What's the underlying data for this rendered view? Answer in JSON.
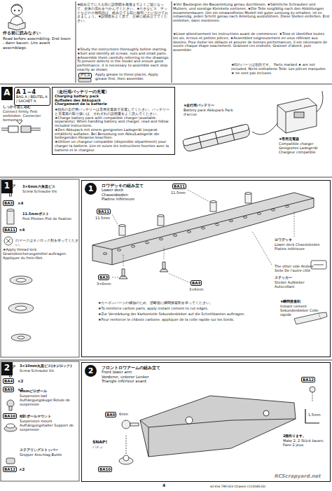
{
  "diagram": {
    "nodes": [
      {
        "text": [
          "A"
        ]
      },
      {
        "text": [
          "A 1～4",
          "BAG A / BEUTEL A / SACHET A"
        ]
      },
      {
        "text": [
          "〈走行用バッテリーの充電〉",
          "Charging battery pack",
          "Aufladen des Akkupack",
          "Chargement de la batterie",
          "★別売の走行用バッテリーは専用充電器で充電してください。バッテリーと充電器の取り扱いは、それぞれの説明書をよく読んでください。",
          "★Charge battery pack with compatible charger (available separately). When handling battery and charger, read and follow included instructions.",
          "★Den Akkupack mit einem geeigneten Ladegerät (separat erhältlich) aufladen. Bei Benutzung von Akku/Ladegerät die beiliegenden Hinweise beachten.",
          "★Utiliser un chargeur compatible (disponible séparément) pour charger la batterie. Lire et suivre les instructions fournies avec la batterie et le chargeur."
        ]
      },
      {
        "text": [
          "1"
        ]
      },
      {
        "text": [
          "1",
          "ロワデッキの組み立て",
          "Lower deck",
          "Chassisboden",
          "Platine inférieure"
        ]
      },
      {
        "text": [
          "2"
        ]
      },
      {
        "text": [
          "2",
          "フロントロワアームの組み立て",
          "Front lower arm",
          "Vorderer, unterer Lenker",
          "Triangle inférieur avant"
        ]
      }
    ],
    "labels": [
      "作る前に読みなさい",
      "Read before assembling. Erst lesen - dann bauen. Lire avant assemblage.",
      "★組み立てに入る前に説明図を最後までよくご覧になって、全体の流れをつかんでください。★小さなビス、ナットなどの小物部品は、組み立てる前に種類ごとに分けておきましょう。★説明図をよく見て、正確に組み立ててください。",
      "★Study the instructions thoroughly before starting. ★Sort and identify all screws, nuts and small parts. ★Assemble them carefully referring to the drawings. To prevent defects in the model and ensure good performance, it is necessary to assemble each step exactly as shown.",
      "グリス",
      "Apply grease to these places. Apply grease first, then assemble.",
      "★Vor Baubeginn die Bauanleitung genau durchlesen. ★Sämtliche Schrauben und Muttern, und sonstige Kleinteile sortieren. ★Die Teile sorgfältig nach den Abbildungen zusammenbauen. Um ein einwandfreies Modell mit guter Leistung zu erhalten, ist es notwendig, jeden Schritt genau nach Anleitung auszuführen. Diese Stellen einfetten. Erst einfetten, dann montieren.",
      "★Lisez attentivement les instructions avant de commencer. ★Triez et identifiez toutes les vis, écrous et petites pièces. ★Assemblez soigneusement en vous référant aux dessins. Pour éviter les défauts et assurer de bonnes performances, il est nécessaire de suivre chaque étape exactement. Graissez ces endroits. Graisser d'abord, puis assembler.",
      "★印のパーツは別売です。 Parts marked ★ are not included. Nicht enthaltene Teile. Les pièces marquées ★ ne sont pas incluses.",
      "しっかり差し込む",
      "Connect firmly. Fest verbinden. Connecter fermement.",
      "★専用充電器",
      "Compatible charger Geeignetes Ladegerät Chargeur compatible",
      "★走行用バッテリー",
      "Battery pack Akkupack Pack d'accus",
      "3×6mm六角皿ビス",
      "Screw Schraube Vis",
      "BA3",
      "×4",
      "11.5mmポスト",
      "Post Pfosten Plot de fixation",
      "BA11",
      "×4",
      "のマークはネジロック剤を塗ってください。",
      "★Apply thread lock. Gewindesicherungsmittel auftragen. Appliquer du frein-filet.",
      "BA11",
      "11.5mm",
      "BA11",
      "11.5mm",
      "BA3",
      "3×6mm",
      "BA3",
      "3×6mm",
      "ロワデッキ",
      "Lower deck Chassisboden Platine inférieure",
      "The other side Andere Seite De l'autre côté",
      "ステッカー",
      "Sticker Aufkleber Autocollant",
      "★瞬間接着剤",
      "Instant cement Sekundenkleber Colle rapide",
      "★カーボンパーツの補強のため、切断面に瞬間接着剤を塗ってください。",
      "★To reinforce carbon parts, apply instant cement to cut edges.",
      "★Zur Verstärkung der Karbonteile Sekundenkleber auf die Schnittkanten auftragen.",
      "★Pour renforcer le châssis carbone, appliquer de la colle rapide sur les bords.",
      "3×10mm丸皿ビス(ネジロック)",
      "Screw Schraube Vis",
      "BA4",
      "×2",
      "6mmピロボール",
      "Suspension ball Aufhängungskugel Rotule de suspension",
      "BA9",
      "×2",
      "サスボールマウント",
      "Suspension mount Aufhängungshalter Support de suspension",
      "BA10",
      "×2",
      "ステアリングストッパー",
      "Stopper Anschlag Butée",
      "BA12",
      "×2",
      "BA9",
      "6mm",
      "SNAP!",
      "パチン",
      "BA10",
      "BA12",
      "2個作ります。",
      "Make 2. 2 Stück bauen. Faire 2 jeux.",
      "1.5mm",
      "4",
      "42316 TRF103 Chassis (11058533)",
      "RCScrapyard.net"
    ]
  }
}
